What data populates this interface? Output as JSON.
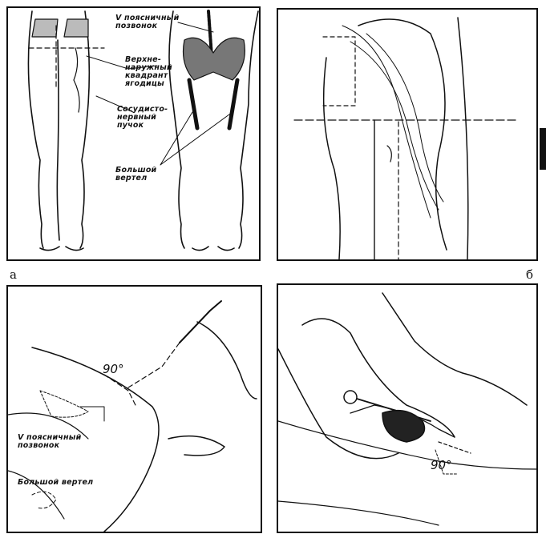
{
  "panel_a": {
    "labels": {
      "vertebra": "V поясничный позвонок",
      "quadrant": "Верхне-наружный квадрант ягодицы",
      "bundle": "Сосудисто-нервный пучок",
      "trochanter": "Большой вертел"
    }
  },
  "panel_c": {
    "labels": {
      "angle": "90°",
      "vertebra": "V поясничный позвонок",
      "trochanter": "Большой вертел"
    }
  },
  "panel_d": {
    "labels": {
      "angle": "90°"
    }
  },
  "figure_letters": {
    "a": "а",
    "b": "б"
  },
  "colors": {
    "ink": "#111111",
    "paper": "#ffffff"
  }
}
